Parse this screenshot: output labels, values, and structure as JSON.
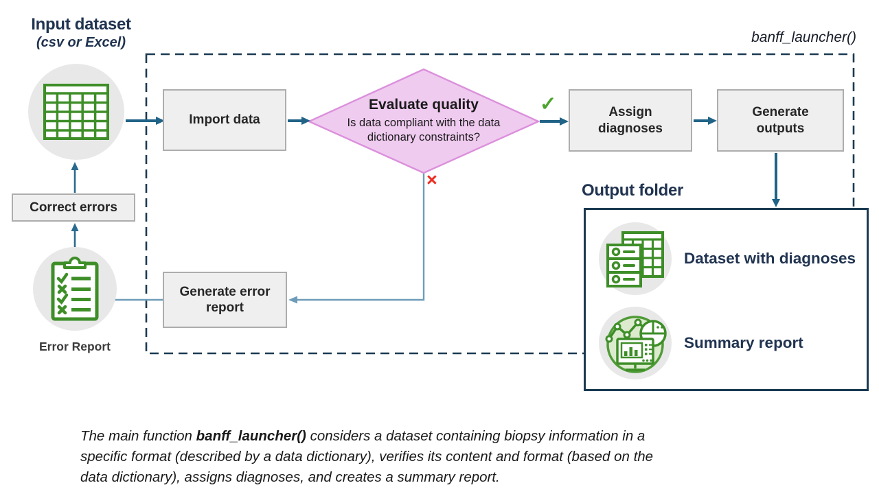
{
  "input": {
    "title": "Input dataset",
    "subtitle": "(csv or Excel)",
    "icon": "spreadsheet-table"
  },
  "function_label": "banff_launcher()",
  "nodes": {
    "import": "Import data",
    "evaluate_title": "Evaluate quality",
    "evaluate_question": "Is data compliant with the data dictionary constraints?",
    "assign": "Assign diagnoses",
    "generate_outputs": "Generate outputs",
    "generate_error": "Generate error report",
    "correct_errors": "Correct errors"
  },
  "marks": {
    "yes": "✓",
    "no": "×"
  },
  "error_report": {
    "label": "Error Report",
    "icon": "clipboard-checklist"
  },
  "output_folder": {
    "title": "Output folder",
    "items": [
      {
        "label": "Dataset with diagnoses",
        "icon": "database-table"
      },
      {
        "label": "Summary report",
        "icon": "dashboard-charts"
      }
    ]
  },
  "caption": {
    "lines": [
      {
        "pre": "The main function ",
        "bold": "banff_launcher()",
        "post": " considers a dataset containing biopsy information in a"
      },
      {
        "text": "specific format (described by a data dictionary), verifies its content and format (based on the"
      },
      {
        "text": "data dictionary), assigns diagnoses, and creates a summary report."
      }
    ]
  },
  "colors": {
    "navy_text": "#203350",
    "arrow_teal": "#206387",
    "thin_line": "#6E9CB8",
    "dashed_border": "#1B3A52",
    "box_fill": "#EFEFEF",
    "box_border": "#ADADAD",
    "diamond_fill": "#F0CBF0",
    "diamond_border": "#DB90DB",
    "icon_green": "#3E8E28",
    "check_green": "#4CA42E",
    "cross_red": "#EE2C1F",
    "circle_gray": "#E8E8E8"
  }
}
